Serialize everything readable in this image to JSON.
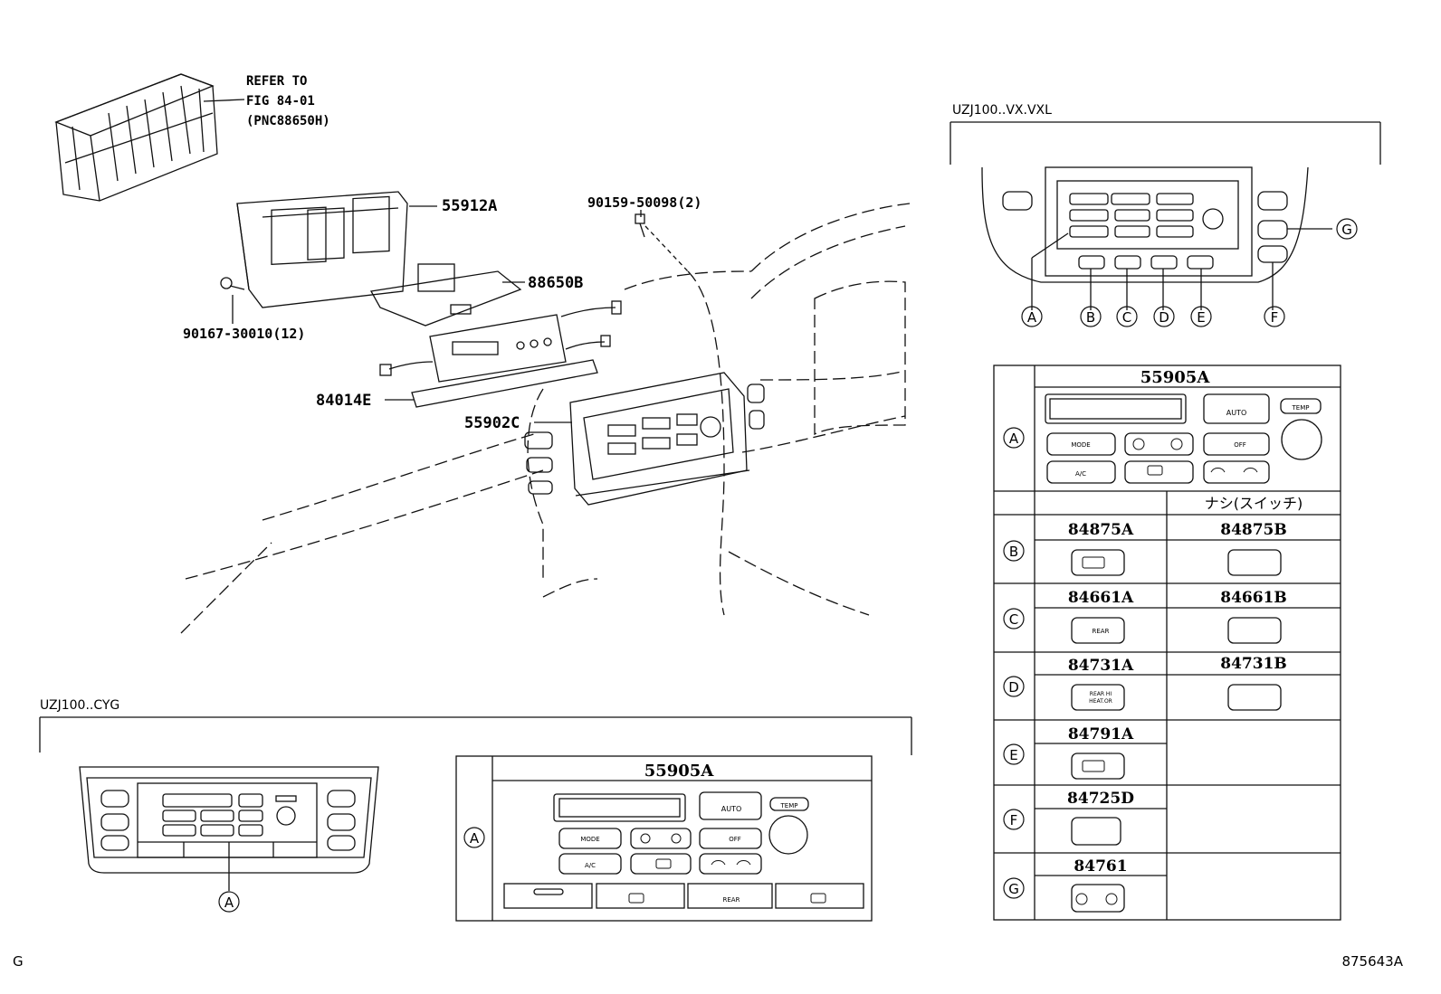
{
  "refer_note": [
    "REFER TO",
    "FIG 84-01",
    "(PNC88650H)"
  ],
  "callouts": {
    "c55912a": "55912A",
    "c9015950098": "90159-50098(2)",
    "c88650b": "88650B",
    "c9016730010": "90167-30010(12)",
    "c84014e": "84014E",
    "c55902c": "55902C"
  },
  "vx_panel": {
    "title": "UZJ100..VX.VXL",
    "markers": [
      "A",
      "B",
      "C",
      "D",
      "E",
      "F",
      "G"
    ]
  },
  "cyg_panel": {
    "title": "UZJ100..CYG",
    "marker": "A"
  },
  "cyg_table": {
    "part": "55905A",
    "row_marker": "A",
    "labels": {
      "auto": "AUTO",
      "temp": "TEMP",
      "mode": "MODE",
      "off": "OFF",
      "ac": "A/C",
      "rear": "REAR"
    }
  },
  "right_table": {
    "top_part": "55905A",
    "top_marker": "A",
    "labels": {
      "auto": "AUTO",
      "temp": "TEMP",
      "mode": "MODE",
      "off": "OFF",
      "ac": "A/C"
    },
    "no_switch": "ナシ(スイッチ)",
    "rows": [
      {
        "marker": "B",
        "part_a": "84875A",
        "part_b": "84875B"
      },
      {
        "marker": "C",
        "part_a": "84661A",
        "part_b": "84661B",
        "btn": "REAR"
      },
      {
        "marker": "D",
        "part_a": "84731A",
        "part_b": "84731B",
        "btn_line1": "REAR HI",
        "btn_line2": "HEAT.OR"
      },
      {
        "marker": "E",
        "part_a": "84791A"
      },
      {
        "marker": "F",
        "part_a": "84725D"
      },
      {
        "marker": "G",
        "part_a": "84761"
      }
    ]
  },
  "footer": {
    "left": "G",
    "right": "875643A"
  }
}
